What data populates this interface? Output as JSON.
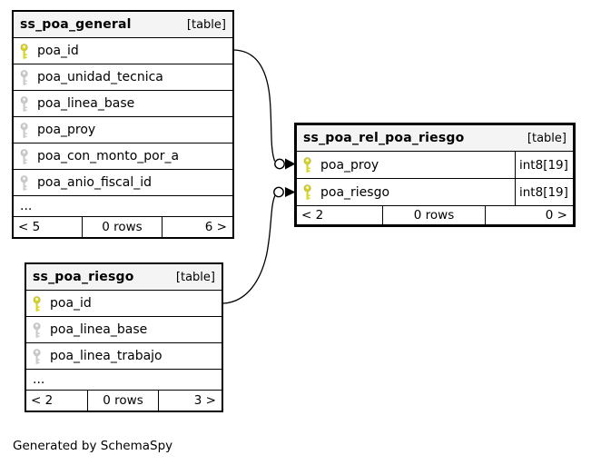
{
  "diagram": {
    "generated_by": "Generated by SchemaSpy",
    "colors": {
      "primary_key_icon": "#d8d41f",
      "secondary_key_icon": "#cbcbcb",
      "table_header_bg": "#f4f4f4",
      "border": "#000000",
      "row_bg": "#ffffff"
    },
    "tables": [
      {
        "name": "ss_poa_general",
        "type_label": "[table]",
        "columns": [
          {
            "name": "poa_id",
            "key": "primary"
          },
          {
            "name": "poa_unidad_tecnica",
            "key": "secondary"
          },
          {
            "name": "poa_linea_base",
            "key": "secondary"
          },
          {
            "name": "poa_proy",
            "key": "secondary"
          },
          {
            "name": "poa_con_monto_por_a",
            "key": "secondary"
          },
          {
            "name": "poa_anio_fiscal_id",
            "key": "secondary"
          }
        ],
        "ellipsis": "...",
        "footer": {
          "left": "< 5",
          "center": "0 rows",
          "right": "6 >"
        }
      },
      {
        "name": "ss_poa_rel_poa_riesgo",
        "type_label": "[table]",
        "columns": [
          {
            "name": "poa_proy",
            "key": "primary",
            "datatype": "int8[19]"
          },
          {
            "name": "poa_riesgo",
            "key": "primary",
            "datatype": "int8[19]"
          }
        ],
        "footer": {
          "left": "< 2",
          "center": "0 rows",
          "right": "0 >"
        }
      },
      {
        "name": "ss_poa_riesgo",
        "type_label": "[table]",
        "columns": [
          {
            "name": "poa_id",
            "key": "primary"
          },
          {
            "name": "poa_linea_base",
            "key": "secondary"
          },
          {
            "name": "poa_linea_trabajo",
            "key": "secondary"
          }
        ],
        "ellipsis": "...",
        "footer": {
          "left": "< 2",
          "center": "0 rows",
          "right": "3 >"
        }
      }
    ],
    "relationships": [
      {
        "from_table": "ss_poa_general",
        "from_column": "poa_id",
        "to_table": "ss_poa_rel_poa_riesgo",
        "to_column": "poa_proy"
      },
      {
        "from_table": "ss_poa_riesgo",
        "from_column": "poa_id",
        "to_table": "ss_poa_rel_poa_riesgo",
        "to_column": "poa_riesgo"
      }
    ]
  }
}
